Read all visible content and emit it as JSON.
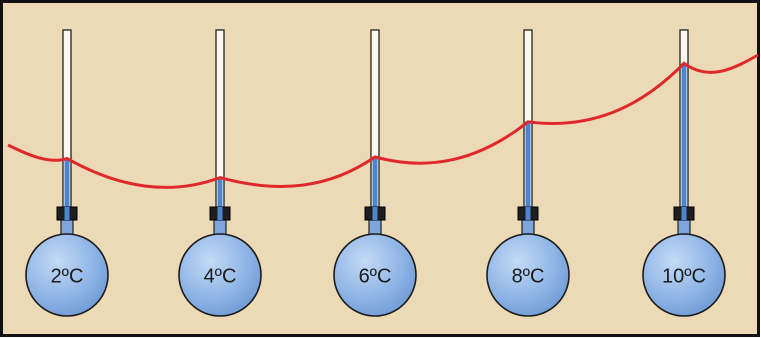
{
  "thermometers": [
    {
      "label": "2ºC",
      "fill": 0.286
    },
    {
      "label": "4ºC",
      "fill": 0.18
    },
    {
      "label": "6ºC",
      "fill": 0.295
    },
    {
      "label": "8ºC",
      "fill": 0.49
    },
    {
      "label": "10ºC",
      "fill": 0.815
    }
  ],
  "colors": {
    "background": "#ecd9b5",
    "border": "#111111",
    "bulb": "#8fb5e6",
    "liquid": "#4d86cf",
    "tube": "#fdf8ee",
    "collar": "#1e1e1e",
    "curve": "#e0282a"
  }
}
